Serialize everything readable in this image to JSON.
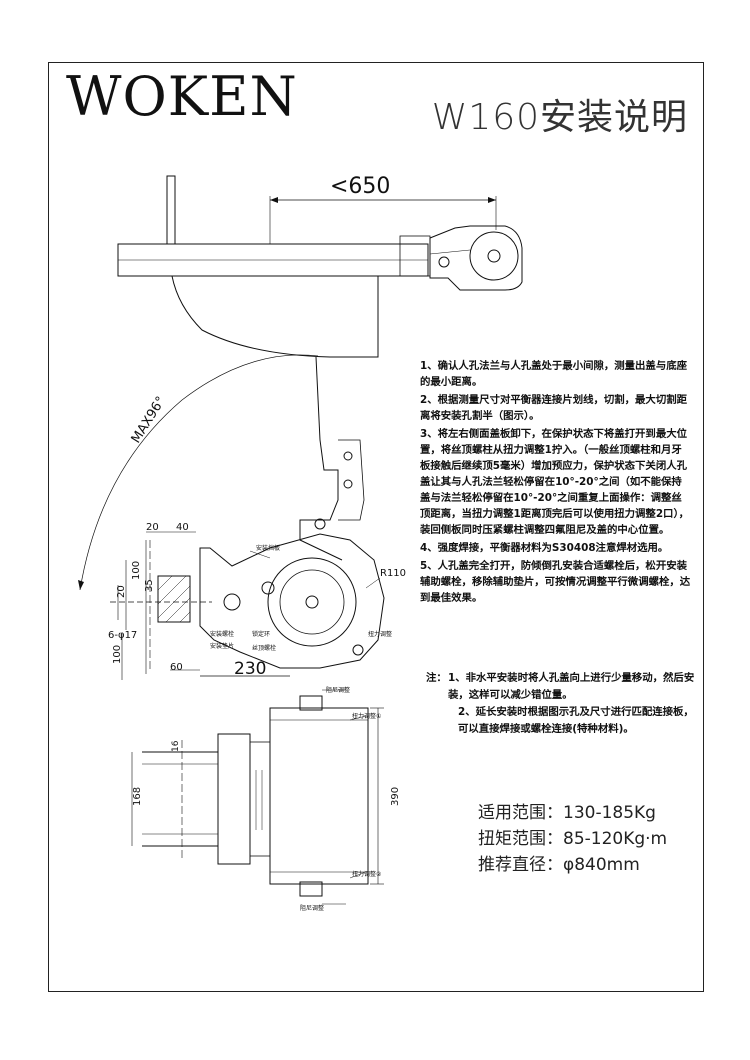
{
  "brand": "WOKEN",
  "title": "W160安装说明",
  "dimensions": {
    "top_width": "<650",
    "arc": "MAX96°",
    "d20": "20",
    "d40": "40",
    "d100_a": "100",
    "d35": "35",
    "d20_b": "20",
    "holes": "6-φ17",
    "d100_b": "100",
    "d60": "60",
    "d230": "230",
    "r110": "R110",
    "d16": "16",
    "d168": "168",
    "d390": "390"
  },
  "callouts": {
    "install_plate": "安装挡板",
    "install_bolt": "安装螺栓",
    "install_shim": "安装垫片",
    "lock_ring": "锁定环",
    "screw_a": "丝顶螺栓",
    "torque_a": "扭力调整",
    "damper_top": "阻尼调整",
    "torque_1": "扭力调整①",
    "torque_2": "扭力调整②",
    "damper_bottom": "阻尼调整"
  },
  "steps": [
    "1、确认人孔法兰与人孔盖处于最小间隙，测量出盖与底座的最小距离。",
    "2、根据测量尺寸对平衡器连接片划线，切割，最大切割距离将安装孔割半（图示）。",
    "3、将左右侧面盖板卸下，在保护状态下将盖打开到最大位置，将丝顶螺柱从扭力调整1拧入。（一般丝顶螺柱和月牙板接触后继续顶5毫米）增加预应力，保护状态下关闭人孔盖让其与人孔法兰轻松停留在10°-20°之间（如不能保持盖与法兰轻松停留在10°-20°之间重复上面操作：调整丝顶距离，当扭力调整1距离顶完后可以使用扭力调整2口），装回侧板同时压紧螺柱调整四氟阻尼及盖的中心位置。",
    "4、强度焊接，平衡器材料为S30408注意焊材选用。",
    "5、人孔盖完全打开，防倾倒孔安装合适螺栓后，松开安装辅助螺栓，移除辅助垫片，可按情况调整平行微调螺栓，达到最佳效果。"
  ],
  "notes": {
    "label": "注：",
    "items": [
      "1、非水平安装时将人孔盖向上进行少量移动，然后安装，这样可以减少错位量。",
      "2、延长安装时根据图示孔及尺寸进行匹配连接板，可以直接焊接或螺栓连接(特种材料)。"
    ]
  },
  "specs": [
    "适用范围：130-185Kg",
    "扭矩范围：85-120Kg·m",
    "推荐直径：φ840mm"
  ]
}
